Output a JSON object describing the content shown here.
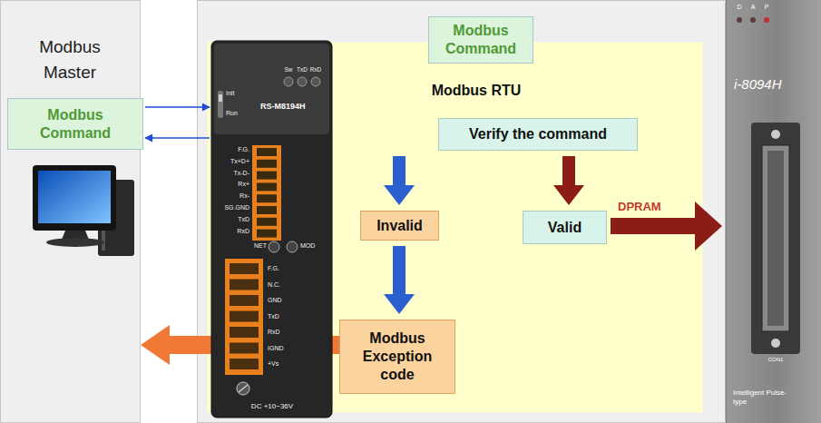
{
  "diagram": {
    "nodes": [
      {
        "text": [
          "Modbus Master"
        ]
      },
      {
        "text": [
          "Modbus Command"
        ],
        "in": 0
      },
      {
        "text": [
          "Modbus Command"
        ]
      },
      {
        "text": [
          "Modbus RTU"
        ]
      },
      {
        "text": [
          "RS-M8194H"
        ],
        "in": 3
      },
      {
        "text": [
          "Verify the command"
        ],
        "in": 3
      },
      {
        "text": [
          "Invalid"
        ],
        "in": 3
      },
      {
        "text": [
          "Valid"
        ],
        "in": 3
      },
      {
        "text": [
          "Modbus Exception code"
        ],
        "in": 3
      },
      {
        "text": [
          "i-8094H"
        ]
      }
    ],
    "edges": [
      {
        "from": 1,
        "to": 4,
        "arrow": "to"
      },
      {
        "from": 4,
        "to": 1,
        "arrow": "to"
      },
      {
        "from": 5,
        "to": 6,
        "arrow": "to"
      },
      {
        "from": 5,
        "to": 7,
        "arrow": "to"
      },
      {
        "from": 6,
        "to": 8,
        "arrow": "to"
      },
      {
        "from": 7,
        "to": 9,
        "label": "DPRAM",
        "arrow": "to"
      },
      {
        "from": 8,
        "to": 0,
        "arrow": "to"
      }
    ],
    "labels": [
      "Sw",
      "TxD",
      "RxD",
      "Init",
      "Run",
      "F.G.",
      "Tx+D+",
      "Tx-D-",
      "Rx+",
      "Rx-",
      "SG.GND",
      "TxD",
      "RxD",
      "NET",
      "MOD",
      "F.G.",
      "N.C.",
      "GND",
      "TxD",
      "RxD",
      "IGND",
      "+Vs",
      "DC +10~36V",
      "D",
      "A",
      "P",
      "CON1",
      "Intelligent Pulse-type"
    ]
  }
}
